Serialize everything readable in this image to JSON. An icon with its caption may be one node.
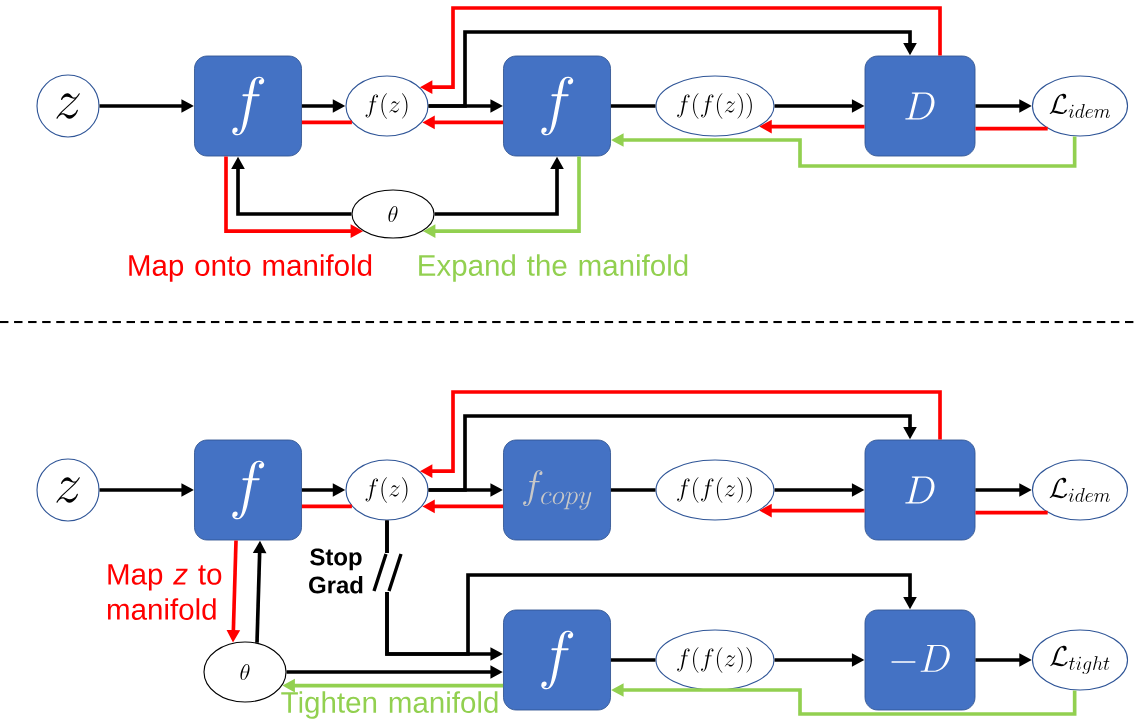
{
  "diagram": {
    "nodes": [
      {
        "text": [
          "z"
        ]
      },
      {
        "text": [
          "f"
        ]
      },
      {
        "text": [
          "f(z)"
        ]
      },
      {
        "text": [
          "f"
        ]
      },
      {
        "text": [
          "f(f(z))"
        ]
      },
      {
        "text": [
          "D"
        ]
      },
      {
        "text": [
          "\\mathcal{L}_{idem}"
        ]
      },
      {
        "text": [
          "\\theta"
        ]
      },
      {
        "text": [
          "z"
        ]
      },
      {
        "text": [
          "f"
        ]
      },
      {
        "text": [
          "f(z)"
        ]
      },
      {
        "text": [
          "f_{copy}"
        ]
      },
      {
        "text": [
          "f(f(z))"
        ]
      },
      {
        "text": [
          "D"
        ]
      },
      {
        "text": [
          "\\mathcal{L}_{idem}"
        ]
      },
      {
        "text": [
          "\\theta"
        ]
      },
      {
        "text": [
          "f"
        ]
      },
      {
        "text": [
          "f(f(z))"
        ]
      },
      {
        "text": [
          "-D"
        ]
      },
      {
        "text": [
          "\\mathcal{L}_{tight}"
        ]
      }
    ],
    "edges": [
      {
        "from": 0,
        "to": 1,
        "arrow": "to"
      },
      {
        "from": 1,
        "to": 2,
        "arrow": "to"
      },
      {
        "from": 2,
        "to": 3,
        "arrow": "to"
      },
      {
        "from": 2,
        "to": 5,
        "arrow": "to"
      },
      {
        "from": 5,
        "to": 2,
        "arrow": "to",
        "color": "#ff0000"
      },
      {
        "from": 3,
        "to": 2,
        "arrow": "to",
        "color": "#ff0000"
      },
      {
        "from": 2,
        "to": 1,
        "arrow": "none",
        "color": "#ff0000"
      },
      {
        "from": 3,
        "to": 4,
        "arrow": "none"
      },
      {
        "from": 4,
        "to": 5,
        "arrow": "to"
      },
      {
        "from": 5,
        "to": 4,
        "arrow": "to",
        "color": "#ff0000"
      },
      {
        "from": 6,
        "to": 5,
        "arrow": "none",
        "color": "#ff0000"
      },
      {
        "from": 6,
        "to": 3,
        "arrow": "to",
        "color": "#92d050"
      },
      {
        "from": 5,
        "to": 6,
        "arrow": "to"
      },
      {
        "from": 7,
        "to": 1,
        "arrow": "to"
      },
      {
        "from": 7,
        "to": 3,
        "arrow": "to"
      },
      {
        "from": 1,
        "to": 7,
        "arrow": "to",
        "color": "#ff0000"
      },
      {
        "from": 3,
        "to": 7,
        "arrow": "to",
        "color": "#92d050"
      },
      {
        "from": 8,
        "to": 9,
        "arrow": "to"
      },
      {
        "from": 9,
        "to": 10,
        "arrow": "to"
      },
      {
        "from": 10,
        "to": 11,
        "arrow": "to"
      },
      {
        "from": 10,
        "to": 13,
        "arrow": "to"
      },
      {
        "from": 13,
        "to": 10,
        "arrow": "to",
        "color": "#ff0000"
      },
      {
        "from": 11,
        "to": 10,
        "arrow": "to",
        "color": "#ff0000"
      },
      {
        "from": 10,
        "to": 9,
        "arrow": "none",
        "color": "#ff0000"
      },
      {
        "from": 11,
        "to": 12,
        "arrow": "none"
      },
      {
        "from": 12,
        "to": 13,
        "arrow": "to"
      },
      {
        "from": 13,
        "to": 12,
        "arrow": "to",
        "color": "#ff0000"
      },
      {
        "from": 14,
        "to": 13,
        "arrow": "none",
        "color": "#ff0000"
      },
      {
        "from": 13,
        "to": 14,
        "arrow": "to"
      },
      {
        "from": 10,
        "to": 16,
        "arrow": "to"
      },
      {
        "from": 10,
        "to": 18,
        "arrow": "to"
      },
      {
        "from": 15,
        "to": 16,
        "arrow": "to"
      },
      {
        "from": 16,
        "to": 15,
        "arrow": "to",
        "color": "#92d050"
      },
      {
        "from": 9,
        "to": 15,
        "arrow": "to",
        "color": "#ff0000"
      },
      {
        "from": 15,
        "to": 9,
        "arrow": "to"
      },
      {
        "from": 16,
        "to": 17,
        "arrow": "none"
      },
      {
        "from": 17,
        "to": 18,
        "arrow": "to"
      },
      {
        "from": 18,
        "to": 19,
        "arrow": "to"
      },
      {
        "from": 19,
        "to": 16,
        "arrow": "to",
        "color": "#92d050"
      }
    ],
    "labels": [
      "Map onto manifold",
      "Expand the manifold",
      "Map *z* to manifold",
      "Stop Grad",
      "Tighten manifold"
    ]
  }
}
